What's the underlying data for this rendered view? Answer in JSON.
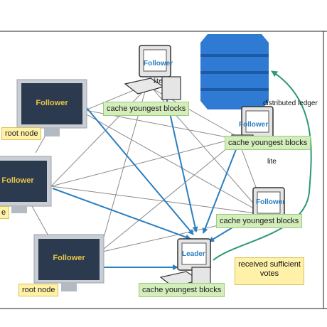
{
  "nodes": {
    "follower_label": "Follower",
    "leader_label": "Leader",
    "root_node_label": "root node",
    "root_node_partial": "e",
    "cache_label": "cache youngest blocks",
    "lite_label": "lite",
    "ledger_label": "distributed ledger",
    "note_label": "received sufficient votes"
  },
  "colors": {
    "monitor_fill": "#2b3a4f",
    "monitor_frame": "#c9ced4",
    "monitor_text": "#e8c445",
    "leader_arrow": "#2a7fc0",
    "mesh_line": "#8a8a8a",
    "feedback_arrow": "#2e9a72",
    "ledger_blue": "#2f7ad3"
  }
}
